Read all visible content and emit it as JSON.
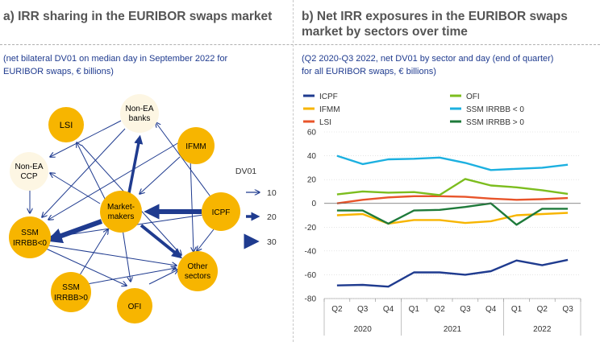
{
  "left": {
    "title": "a) IRR sharing in the EURIBOR swaps market",
    "subtitle_line1": "(net bilateral DV01 on median day in September 2022 for",
    "subtitle_line2": "EURIBOR swaps, € billions)",
    "nodes": {
      "lsi": "LSI",
      "non_ea_banks": [
        "Non-EA",
        "banks"
      ],
      "ifmm": "IFMM",
      "non_ea_ccp": [
        "Non-EA",
        "CCP"
      ],
      "market_makers": [
        "Market-",
        "makers"
      ],
      "icpf": "ICPF",
      "ssm_irrbb_lt0": [
        "SSM",
        "IRRBB<0"
      ],
      "other_sectors": [
        "Other",
        "sectors"
      ],
      "ssm_irrbb_gt0": [
        "SSM",
        "IRRBB>0"
      ],
      "ofi": "OFI"
    },
    "legend": {
      "title": "DV01",
      "values": [
        "10",
        "20",
        "30"
      ]
    }
  },
  "right": {
    "title_line1": "b) Net IRR exposures in the EURIBOR swaps",
    "title_line2": "market by sectors over time",
    "subtitle_line1": "(Q2 2020-Q3 2022, net DV01 by sector and day (end of quarter)",
    "subtitle_line2": "for all EURIBOR swaps, € billions)"
  },
  "colors": {
    "node_fill": "#f7b500",
    "node_light": "#fdf6e3",
    "arrow": "#1f3b8f"
  },
  "chart_data": {
    "type": "line",
    "categories": [
      "Q2",
      "Q3",
      "Q4",
      "Q1",
      "Q2",
      "Q3",
      "Q4",
      "Q1",
      "Q2",
      "Q3"
    ],
    "years": [
      {
        "label": "2020",
        "from": 0,
        "to": 2
      },
      {
        "label": "2021",
        "from": 3,
        "to": 6
      },
      {
        "label": "2022",
        "from": 7,
        "to": 9
      }
    ],
    "ylim": [
      -80,
      60
    ],
    "yticks": [
      60,
      40,
      20,
      0,
      -20,
      -40,
      -60,
      -80
    ],
    "legend_position": "top",
    "series": [
      {
        "name": "ICPF",
        "color": "#1f3b8f",
        "values": [
          -69,
          -68.5,
          -70,
          -58,
          -58,
          -60,
          -57,
          -48,
          -52,
          -47.5
        ]
      },
      {
        "name": "IFMM",
        "color": "#f7b500",
        "values": [
          -10,
          -9,
          -17,
          -14,
          -14,
          -16.5,
          -15,
          -10,
          -9,
          -8
        ]
      },
      {
        "name": "LSI",
        "color": "#e8542a",
        "values": [
          0,
          3,
          5,
          6,
          6,
          5.5,
          4,
          3,
          3.5,
          4.5
        ]
      },
      {
        "name": "OFI",
        "color": "#7cbd1e",
        "values": [
          7.5,
          10,
          9,
          9.5,
          7,
          20.5,
          15,
          13.5,
          11,
          8
        ]
      },
      {
        "name": "SSM IRRBB < 0",
        "color": "#1cb0e0",
        "values": [
          40,
          33,
          37,
          37.5,
          38.5,
          34,
          28,
          29,
          30,
          32.5
        ]
      },
      {
        "name": "SSM IRRBB > 0",
        "color": "#1e7a3a",
        "values": [
          -6,
          -6,
          -17,
          -6,
          -5.5,
          -3,
          0,
          -18,
          -4.5,
          -4.5
        ]
      }
    ]
  }
}
